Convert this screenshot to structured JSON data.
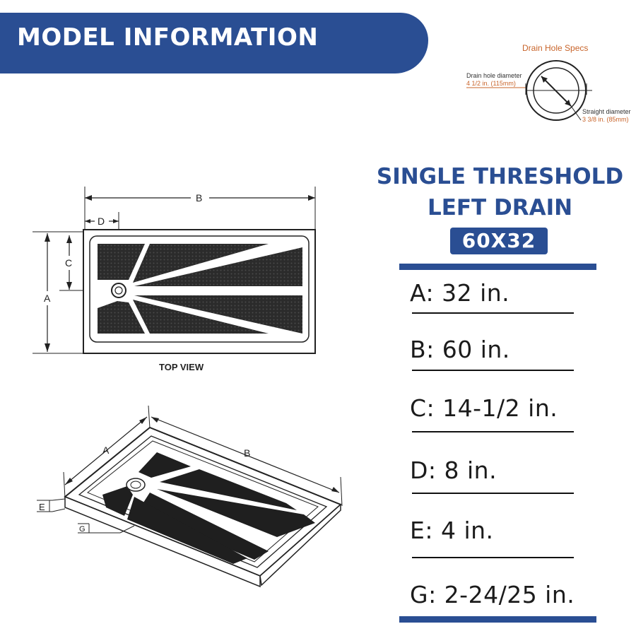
{
  "banner": {
    "title": "MODEL INFORMATION"
  },
  "drain_specs": {
    "title": "Drain Hole Specs",
    "hole_diameter_label": "Drain hole diameter",
    "hole_diameter_value": "4 1/2 in. (115mm)",
    "straight_diameter_label": "Straight diameter",
    "straight_diameter_value": "3 3/8 in. (85mm)"
  },
  "product": {
    "line1": "SINGLE THRESHOLD",
    "line2": "LEFT DRAIN",
    "size": "60X32"
  },
  "dimensions": [
    {
      "text": "A: 32 in."
    },
    {
      "text": "B: 60 in."
    },
    {
      "text": "C: 14-1/2 in."
    },
    {
      "text": "D: 8 in."
    },
    {
      "text": "E: 4 in."
    },
    {
      "text": "G: 2-24/25 in."
    }
  ],
  "top_view": {
    "caption": "TOP VIEW",
    "labels": {
      "a": "A",
      "b": "B",
      "c": "C",
      "d": "D"
    }
  },
  "iso_view": {
    "labels": {
      "a": "A",
      "b": "B",
      "e": "E",
      "g": "G"
    }
  },
  "colors": {
    "brand_blue": "#2a4e93",
    "spec_orange": "#c8642a",
    "mat_dark": "#2b2b2b"
  }
}
